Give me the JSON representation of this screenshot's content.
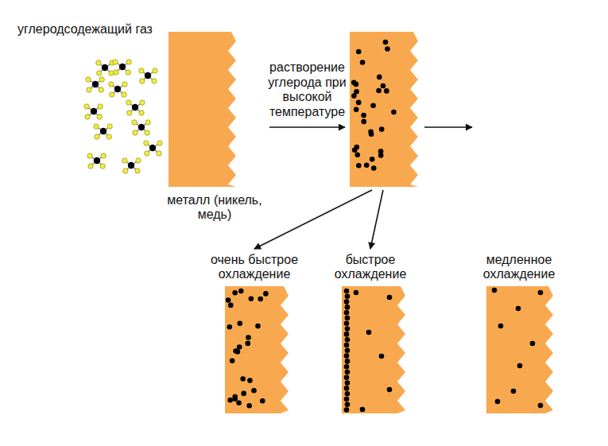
{
  "diagram": {
    "nodes": [
      {
        "text": [
          "металл (никель, медь)"
        ]
      },
      {
        "text": []
      },
      {
        "text": [
          "очень быстрое охлаждение"
        ]
      },
      {
        "text": [
          "быстрое охлаждение"
        ]
      },
      {
        "text": [
          "медленное охлаждение"
        ]
      }
    ],
    "edges": [
      {
        "from": 0,
        "to": 1,
        "arrow": "to",
        "label": "растворение углерода при высокой температуре"
      },
      {
        "from": 1,
        "to": 2,
        "arrow": "to"
      },
      {
        "from": 1,
        "to": 3,
        "arrow": "to"
      },
      {
        "from": 1,
        "to": 4,
        "arrow": "to"
      }
    ],
    "labels": [
      "углеродсодежащий газ"
    ]
  }
}
